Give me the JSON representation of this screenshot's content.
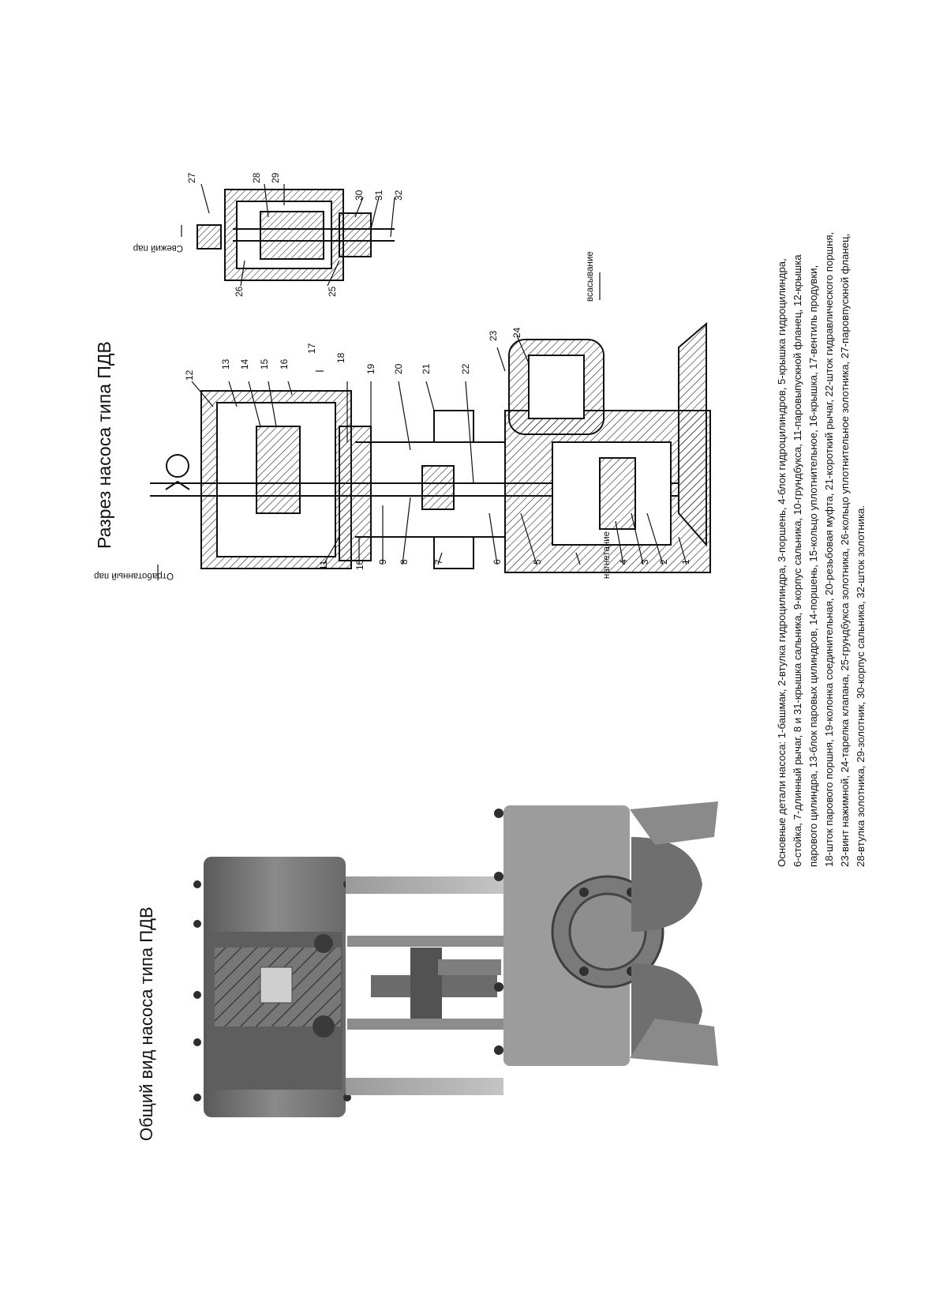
{
  "photo_title": "Общий вид насоса типа ПДВ",
  "section_title": "Разрез насоса типа ПДВ",
  "flow_labels": {
    "exhaust_steam": "Отработанный пар",
    "fresh_steam": "Свежий пар",
    "discharge": "нагнетание",
    "suction": "всасывание"
  },
  "part_numbers": [
    "1",
    "2",
    "3",
    "4",
    "5",
    "6",
    "7",
    "8",
    "9",
    "10",
    "11",
    "12",
    "13",
    "14",
    "15",
    "16",
    "17",
    "18",
    "19",
    "20",
    "21",
    "22",
    "23",
    "24",
    "25",
    "26",
    "27",
    "28",
    "29",
    "30",
    "31",
    "32"
  ],
  "caption_lines": [
    "Основные детали насоса: 1-башмак, 2-втулка гидроцилиндра, 3-поршень, 4-блок гидроцилиндров, 5-крышка гидроцилиндра,",
    "6-стойка, 7-длинный рычаг, 8 и 31-крышка сальника, 9-корпус сальника, 10-грундбукса, 11-паровыпускной фланец, 12-крышка",
    "парового цилиндра, 13-блок паровых цилиндров, 14-поршень, 15-кольцо уплотнительное, 16-крышка, 17-вентиль продувки,",
    "18-шток парового поршня, 19-колонка соединительная, 20-резьбовая муфта, 21-короткий рычаг, 22-шток гидравлического поршня,",
    "23-винт нажимной, 24-тарелка клапана, 25-грундбукса золотника, 26-кольцо уплотнительное золотника, 27-паровпускной фланец,",
    "28-втулка золотника, 29-золотник, 30-корпус сальника, 32-шток золотника."
  ]
}
